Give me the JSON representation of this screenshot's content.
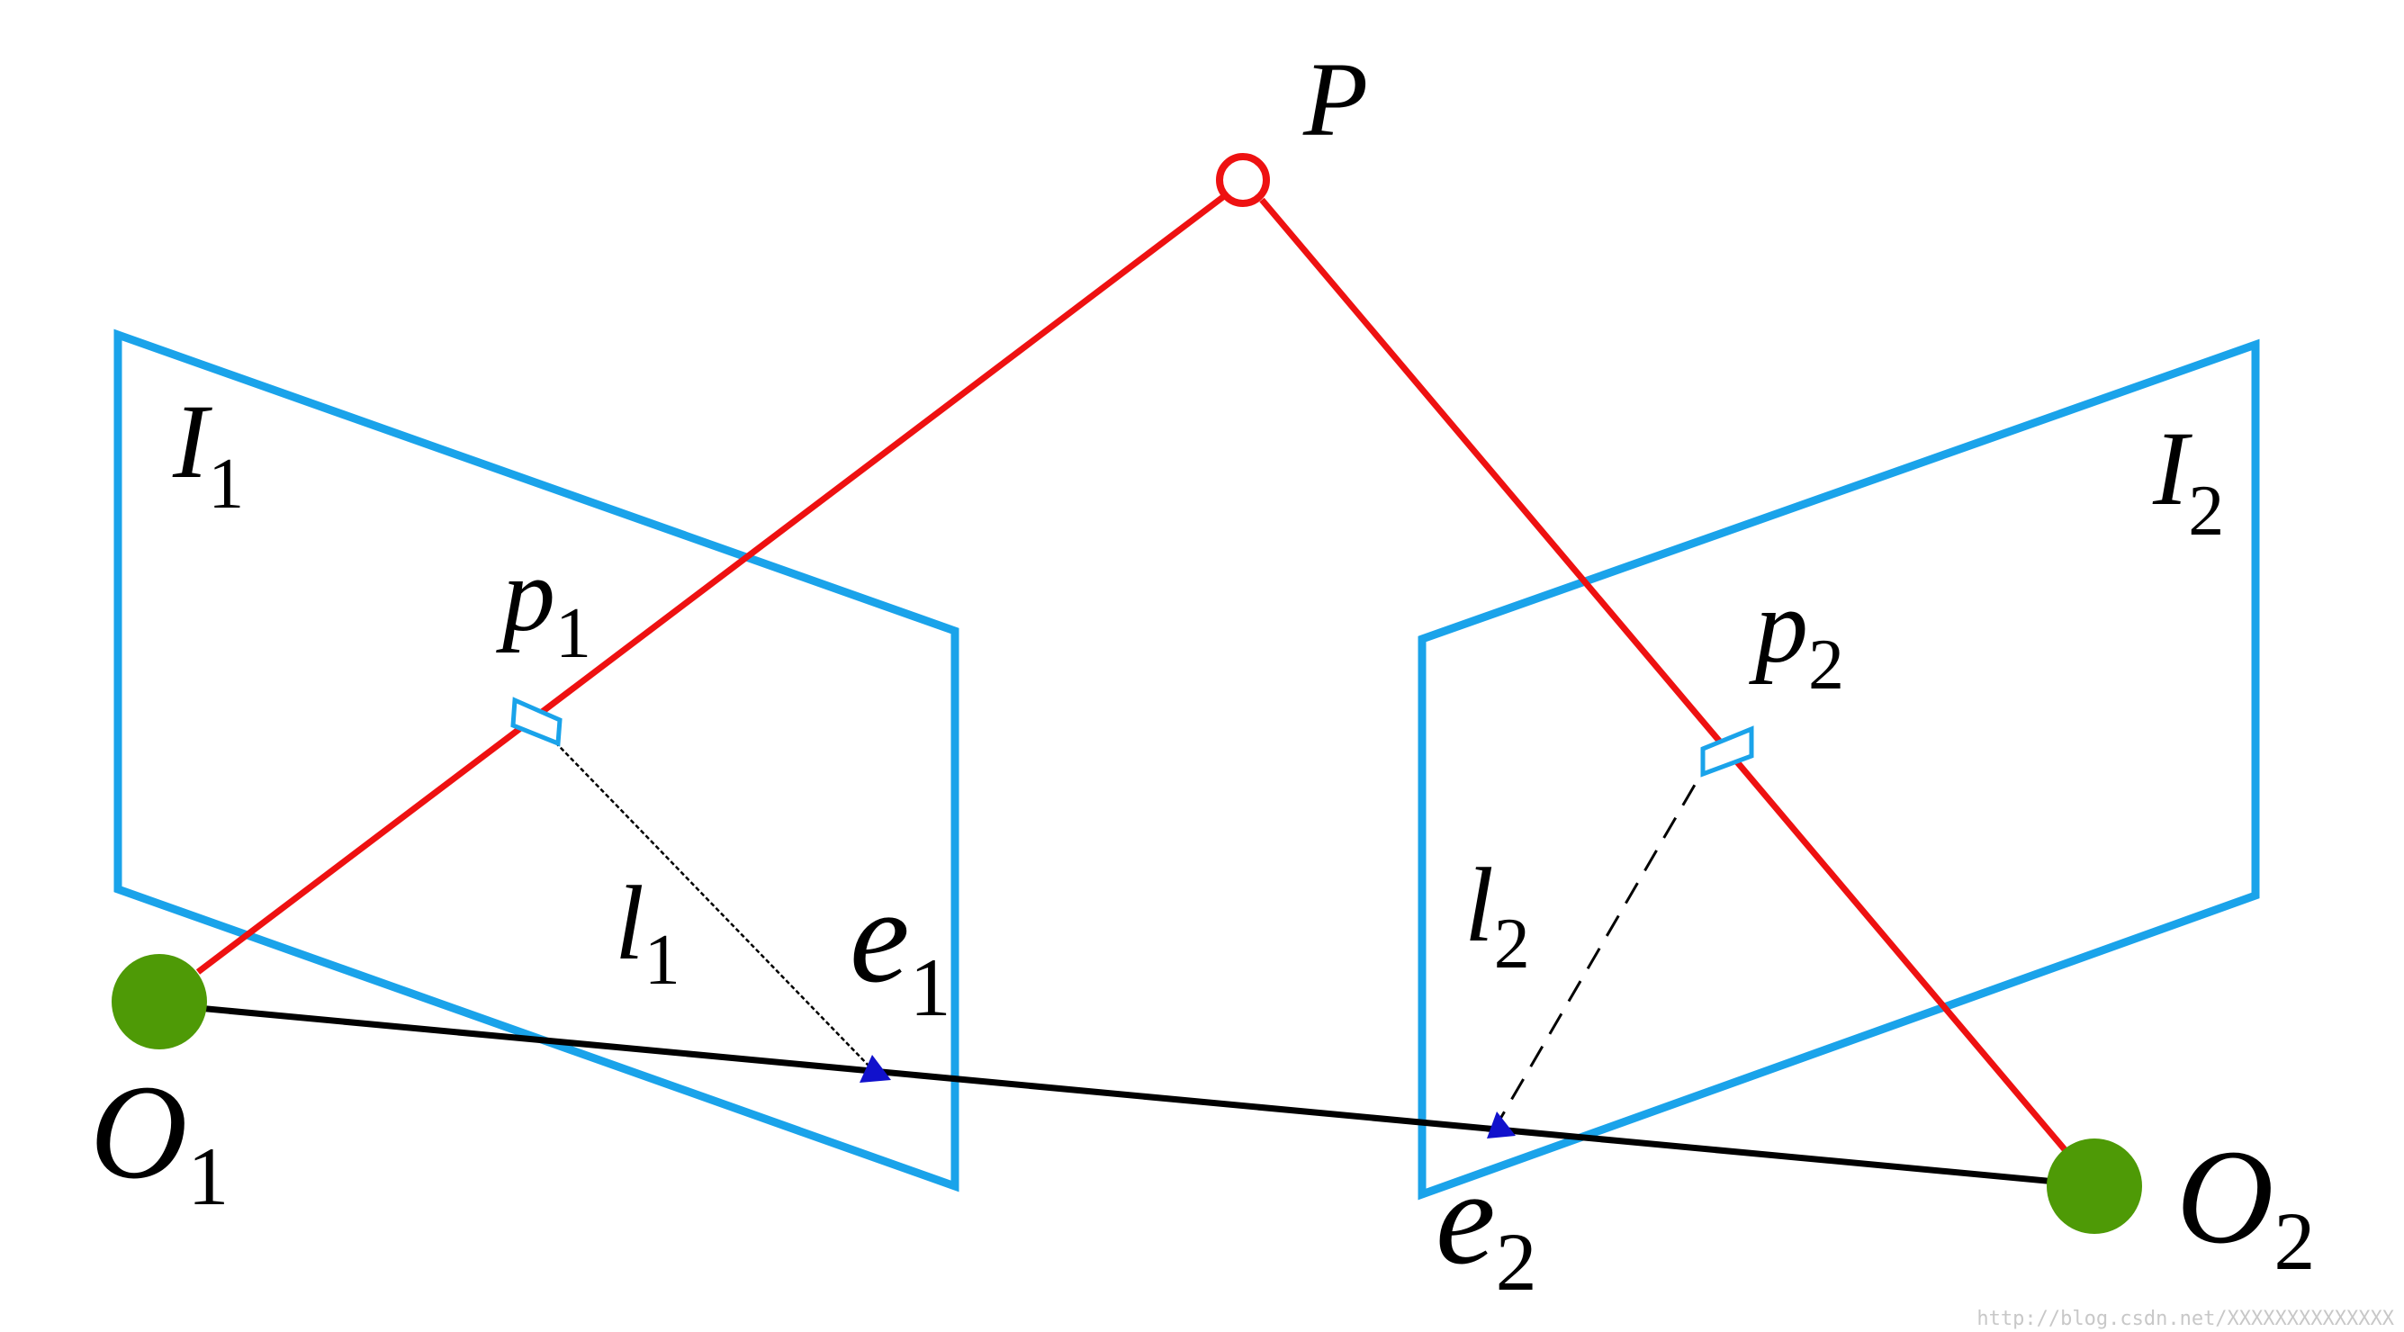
{
  "diagram": {
    "colors": {
      "image_plane": "#1aa3ea",
      "projection_ray": "#ee1111",
      "baseline": "#000000",
      "epipolar_line": "#000000",
      "camera_center": "#4e9a06",
      "epipole_marker": "#1111cc",
      "point_P": "#ee1111"
    },
    "labels": {
      "P": "P",
      "I1": {
        "base": "I",
        "sub": "1"
      },
      "I2": {
        "base": "I",
        "sub": "2"
      },
      "p1": {
        "base": "p",
        "sub": "1"
      },
      "p2": {
        "base": "p",
        "sub": "2"
      },
      "l1": {
        "base": "l",
        "sub": "1"
      },
      "l2": {
        "base": "l",
        "sub": "2"
      },
      "e1": {
        "base": "e",
        "sub": "1"
      },
      "e2": {
        "base": "e",
        "sub": "2"
      },
      "O1": {
        "base": "O",
        "sub": "1"
      },
      "O2": {
        "base": "O",
        "sub": "2"
      }
    },
    "watermark": "http://blog.csdn.net/XXXXXXXXXXXXXX"
  }
}
